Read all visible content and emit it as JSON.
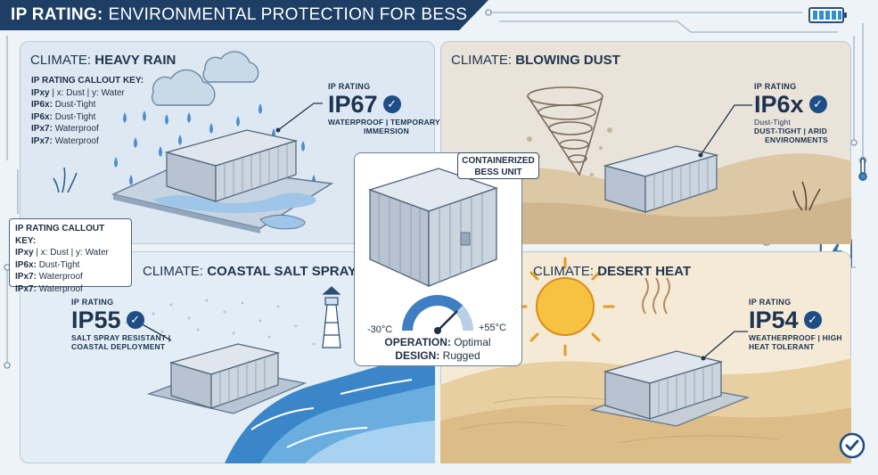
{
  "title": {
    "bold": "IP RATING:",
    "rest": "ENVIRONMENTAL PROTECTION FOR BESS"
  },
  "panels": {
    "rain": {
      "title_prefix": "CLIMATE:",
      "title_bold": "HEAVY RAIN",
      "key_title": "IP RATING CALLOUT KEY:",
      "key_lines": [
        {
          "code": "IPxy",
          "text": "| x: Dust | y: Water"
        },
        {
          "code": "IP6x:",
          "text": "Dust-Tight"
        },
        {
          "code": "IP6x:",
          "text": "Dust-Tight"
        },
        {
          "code": "IPx7:",
          "text": "Waterproof"
        },
        {
          "code": "IPx7:",
          "text": "Waterproof"
        }
      ],
      "ip_label": "IP RATING",
      "ip_code": "IP67",
      "ip_desc_1": "WATERPROOF | TEMPORARY",
      "ip_desc_2": "IMMERSION"
    },
    "dust": {
      "title_prefix": "CLIMATE:",
      "title_bold": "BLOWING DUST",
      "ip_label": "IP RATING",
      "ip_code": "IP6x",
      "ip_desc_1": "Dust-Tight",
      "ip_desc_2": "DUST-TIGHT | ARID",
      "ip_desc_3": "ENVIRONMENTS"
    },
    "coastal": {
      "title_prefix": "CLIMATE:",
      "title_bold": "COASTAL SALT SPRAY",
      "key_title": "IP RATING CALLOUT KEY:",
      "key_lines": [
        {
          "code": "IPxy",
          "text": "| x: Dust | y: Water"
        },
        {
          "code": "IP6x:",
          "text": "Dust-Tight"
        },
        {
          "code": "IPx7:",
          "text": "Waterproof"
        },
        {
          "code": "IPx7:",
          "text": "Waterproof"
        }
      ],
      "ip_label": "IP RATING",
      "ip_code": "IP55",
      "ip_desc_1": "SALT SPRAY RESISTANT |",
      "ip_desc_2": "COASTAL DEPLOYMENT"
    },
    "desert": {
      "title_prefix": "CLIMATE:",
      "title_bold": "DESERT HEAT",
      "ip_label": "IP RATING",
      "ip_code": "IP54",
      "ip_desc_1": "WEATHERPROOF | HIGH",
      "ip_desc_2": "HEAT TOLERANT"
    }
  },
  "center": {
    "label_1": "CONTAINERIZED",
    "label_2": "BESS UNIT",
    "temp_min": "-30°C",
    "temp_max": "+55°C",
    "operation_label": "OPERATION:",
    "operation_value": "Optimal",
    "design_label": "DESIGN:",
    "design_value": "Rugged"
  },
  "icons": [
    "battery-icon",
    "lightning-icon",
    "thermometer-icon",
    "check-badge-icon",
    "checkmark-icon"
  ],
  "colors": {
    "banner": "#1d3f66",
    "accent": "#1f4e86",
    "rain_bg": "#dde8f2",
    "dust_bg": "#e9e3da",
    "coastal_bg": "#e3edf5",
    "desert_bg": "#f4ead6"
  }
}
